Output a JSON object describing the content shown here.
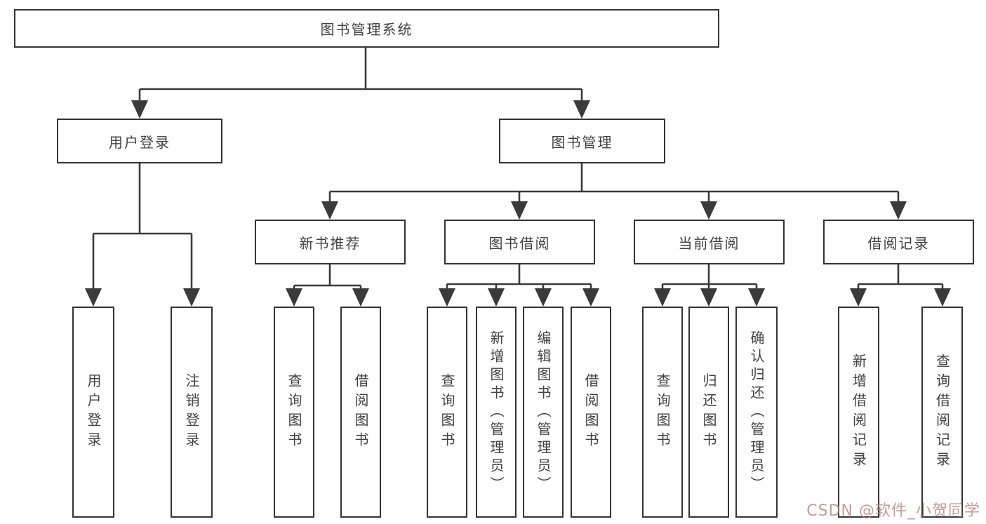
{
  "diagram": {
    "root": {
      "label": "图书管理系统"
    },
    "branches": [
      {
        "label": "用户登录",
        "children": [
          {
            "label": "用户登录"
          },
          {
            "label": "注销登录"
          }
        ]
      },
      {
        "label": "图书管理",
        "children": [
          {
            "label": "新书推荐",
            "children": [
              {
                "label": "查询图书"
              },
              {
                "label": "借阅图书"
              }
            ]
          },
          {
            "label": "图书借阅",
            "children": [
              {
                "label": "查询图书"
              },
              {
                "label": "新增图书（管理员）"
              },
              {
                "label": "编辑图书（管理员）"
              },
              {
                "label": "借阅图书"
              }
            ]
          },
          {
            "label": "当前借阅",
            "children": [
              {
                "label": "查询图书"
              },
              {
                "label": "归还图书"
              },
              {
                "label": "确认归还（管理员）"
              }
            ]
          },
          {
            "label": "借阅记录",
            "children": [
              {
                "label": "新增借阅记录"
              },
              {
                "label": "查询借阅记录"
              }
            ]
          }
        ]
      }
    ],
    "colors": {
      "line": "#3a3a3a",
      "box_border": "#343434",
      "text": "#424242",
      "background": "#ffffff",
      "watermark": "#b08080"
    }
  },
  "watermark": {
    "text": "CSDN @软件_小贺同学"
  }
}
